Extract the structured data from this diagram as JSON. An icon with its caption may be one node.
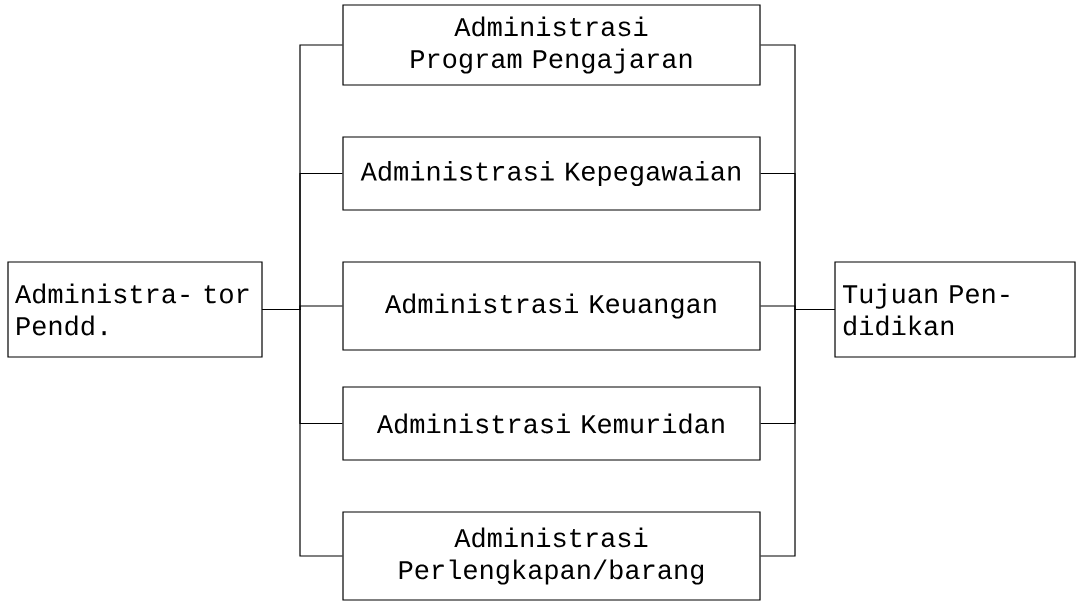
{
  "diagram": {
    "nodes": [
      {
        "text": [
          "Administra- tor Pendd."
        ]
      },
      {
        "text": [
          "Administrasi Program Pengajaran"
        ]
      },
      {
        "text": [
          "Administrasi Kepegawaian"
        ]
      },
      {
        "text": [
          "Administrasi Keuangan"
        ]
      },
      {
        "text": [
          "Administrasi Kemuridan"
        ]
      },
      {
        "text": [
          "Administrasi Perlengkapan/barang"
        ]
      },
      {
        "text": [
          "Tujuan Pen- didikan"
        ]
      }
    ],
    "edges": [
      {
        "from": 0,
        "to": 1,
        "arrow": "none"
      },
      {
        "from": 0,
        "to": 2,
        "arrow": "none"
      },
      {
        "from": 0,
        "to": 3,
        "arrow": "none"
      },
      {
        "from": 0,
        "to": 4,
        "arrow": "none"
      },
      {
        "from": 0,
        "to": 5,
        "arrow": "none"
      },
      {
        "from": 1,
        "to": 6,
        "arrow": "none"
      },
      {
        "from": 2,
        "to": 6,
        "arrow": "none"
      },
      {
        "from": 3,
        "to": 6,
        "arrow": "none"
      },
      {
        "from": 4,
        "to": 6,
        "arrow": "none"
      },
      {
        "from": 5,
        "to": 6,
        "arrow": "none"
      }
    ]
  }
}
